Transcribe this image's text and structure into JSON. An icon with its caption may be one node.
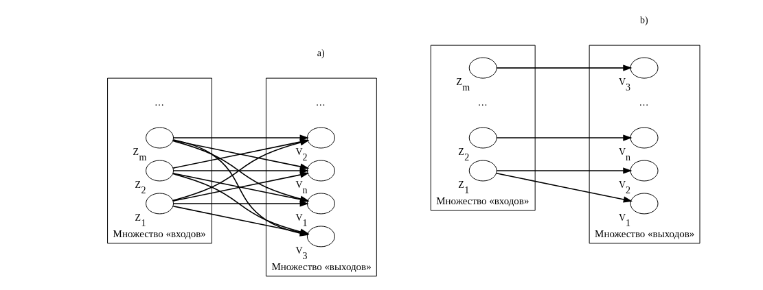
{
  "diagram": {
    "nodes": [
      {
        "text": [
          "Множество «входов»"
        ]
      },
      {
        "text": [],
        "shape": "circle",
        "in": 0,
        "beside": [
          "Z$_{1}$"
        ]
      },
      {
        "text": [],
        "shape": "circle",
        "in": 0,
        "beside": [
          "Z$_{2}$"
        ]
      },
      {
        "text": [],
        "shape": "circle",
        "in": 0,
        "beside": [
          "Z$_{m}$"
        ]
      },
      {
        "text": [
          "Множество «выходов»"
        ]
      },
      {
        "text": [],
        "shape": "circle",
        "in": 4,
        "beside": [
          "V$_{1}$"
        ]
      },
      {
        "text": [],
        "shape": "circle",
        "in": 4,
        "beside": [
          "V$_{2}$"
        ]
      },
      {
        "text": [],
        "shape": "circle",
        "in": 4,
        "beside": [
          "V$_{3}$"
        ]
      },
      {
        "text": [],
        "shape": "circle",
        "in": 4,
        "beside": [
          "V$_{n}$"
        ]
      },
      {
        "text": [
          "Множество «входов»"
        ]
      },
      {
        "text": [],
        "shape": "circle",
        "in": 9,
        "beside": [
          "Z$_{1}$"
        ]
      },
      {
        "text": [],
        "shape": "circle",
        "in": 9,
        "beside": [
          "Z$_{2}$"
        ]
      },
      {
        "text": [],
        "shape": "circle",
        "in": 9,
        "beside": [
          "Z$_{m}$"
        ]
      },
      {
        "text": [
          "Множество «выходов»"
        ]
      },
      {
        "text": [],
        "shape": "circle",
        "in": 13,
        "beside": [
          "V$_{1}$"
        ]
      },
      {
        "text": [],
        "shape": "circle",
        "in": 13,
        "beside": [
          "V$_{2}$"
        ]
      },
      {
        "text": [],
        "shape": "circle",
        "in": 13,
        "beside": [
          "V$_{3}$"
        ]
      },
      {
        "text": [],
        "shape": "circle",
        "in": 13,
        "beside": [
          "V$_{n}$"
        ]
      }
    ],
    "edges": [
      {
        "from": 1,
        "to": 5,
        "arrow": "to"
      },
      {
        "from": 1,
        "to": 6,
        "arrow": "to"
      },
      {
        "from": 1,
        "to": 7,
        "arrow": "to"
      },
      {
        "from": 1,
        "to": 8,
        "arrow": "to"
      },
      {
        "from": 2,
        "to": 5,
        "arrow": "to"
      },
      {
        "from": 2,
        "to": 6,
        "arrow": "to"
      },
      {
        "from": 2,
        "to": 7,
        "arrow": "to"
      },
      {
        "from": 2,
        "to": 8,
        "arrow": "to"
      },
      {
        "from": 3,
        "to": 5,
        "arrow": "to"
      },
      {
        "from": 3,
        "to": 6,
        "arrow": "to"
      },
      {
        "from": 3,
        "to": 7,
        "arrow": "to"
      },
      {
        "from": 3,
        "to": 8,
        "arrow": "to"
      },
      {
        "from": 10,
        "to": 14,
        "arrow": "to"
      },
      {
        "from": 10,
        "to": 15,
        "arrow": "to"
      },
      {
        "from": 11,
        "to": 17,
        "arrow": "to"
      },
      {
        "from": 12,
        "to": 16,
        "arrow": "to"
      }
    ],
    "labels": [
      "…",
      "…",
      "a)",
      "…",
      "…",
      "b)"
    ]
  }
}
